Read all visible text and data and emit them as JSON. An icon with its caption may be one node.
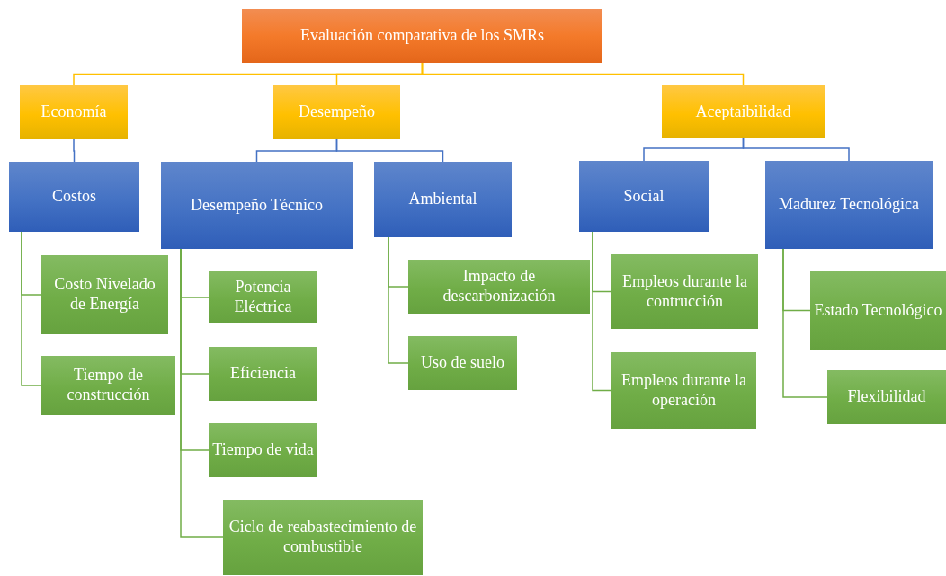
{
  "diagram": {
    "nodes": [
      {
        "text": [
          "Evaluación comparativa de los SMRs"
        ]
      },
      {
        "text": [
          "Economía"
        ]
      },
      {
        "text": [
          "Desempeño"
        ]
      },
      {
        "text": [
          "Aceptaibilidad"
        ]
      },
      {
        "text": [
          "Costos"
        ]
      },
      {
        "text": [
          "Desempeño Técnico"
        ]
      },
      {
        "text": [
          "Ambiental"
        ]
      },
      {
        "text": [
          "Social"
        ]
      },
      {
        "text": [
          "Madurez Tecnológica"
        ]
      },
      {
        "text": [
          "Costo Nivelado de Energía"
        ]
      },
      {
        "text": [
          "Tiempo de construcción"
        ]
      },
      {
        "text": [
          "Potencia Eléctrica"
        ]
      },
      {
        "text": [
          "Eficiencia"
        ]
      },
      {
        "text": [
          "Tiempo de vida"
        ]
      },
      {
        "text": [
          "Ciclo de reabastecimiento de combustible"
        ]
      },
      {
        "text": [
          "Impacto de descarbonización"
        ]
      },
      {
        "text": [
          "Uso de suelo"
        ]
      },
      {
        "text": [
          "Empleos durante la contrucción"
        ]
      },
      {
        "text": [
          "Empleos durante la operación"
        ]
      },
      {
        "text": [
          "Estado Tecnológico"
        ]
      },
      {
        "text": [
          "Flexibilidad"
        ]
      }
    ],
    "edges": [
      {
        "from": 0,
        "to": 1,
        "arrow": "none",
        "color": "#ffc000"
      },
      {
        "from": 0,
        "to": 2,
        "arrow": "none",
        "color": "#ffc000"
      },
      {
        "from": 0,
        "to": 3,
        "arrow": "none",
        "color": "#ffc000"
      },
      {
        "from": 1,
        "to": 4,
        "arrow": "none",
        "color": "#4472c4"
      },
      {
        "from": 2,
        "to": 5,
        "arrow": "none",
        "color": "#4472c4"
      },
      {
        "from": 2,
        "to": 6,
        "arrow": "none",
        "color": "#4472c4"
      },
      {
        "from": 3,
        "to": 7,
        "arrow": "none",
        "color": "#4472c4"
      },
      {
        "from": 3,
        "to": 8,
        "arrow": "none",
        "color": "#4472c4"
      },
      {
        "from": 4,
        "to": 9,
        "arrow": "none"
      },
      {
        "from": 4,
        "to": 10,
        "arrow": "none"
      },
      {
        "from": 5,
        "to": 11,
        "arrow": "none"
      },
      {
        "from": 5,
        "to": 12,
        "arrow": "none"
      },
      {
        "from": 5,
        "to": 13,
        "arrow": "none"
      },
      {
        "from": 5,
        "to": 14,
        "arrow": "none"
      },
      {
        "from": 6,
        "to": 15,
        "arrow": "none"
      },
      {
        "from": 6,
        "to": 16,
        "arrow": "none"
      },
      {
        "from": 7,
        "to": 17,
        "arrow": "none"
      },
      {
        "from": 7,
        "to": 18,
        "arrow": "none"
      },
      {
        "from": 8,
        "to": 19,
        "arrow": "none"
      },
      {
        "from": 8,
        "to": 20,
        "arrow": "none"
      }
    ]
  }
}
